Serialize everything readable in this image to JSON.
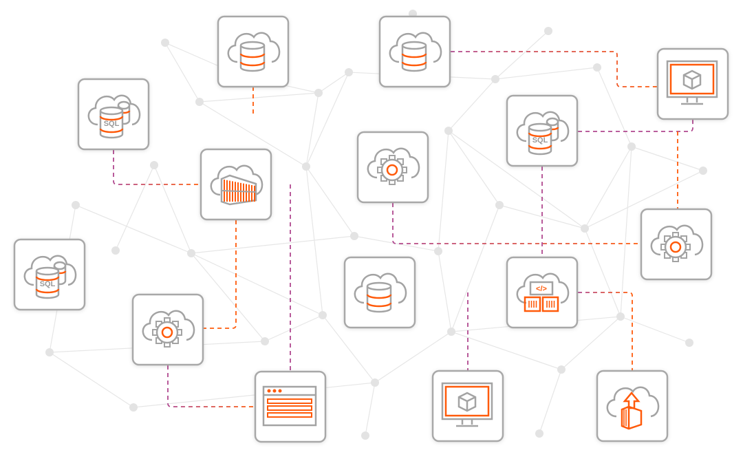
{
  "colors": {
    "accent": "#ff5a0a",
    "link_magenta": "#b0488f",
    "icon_gray": "#a3a3a3",
    "network": "#e3e3e3"
  },
  "nodes": [
    {
      "id": "db-cloud-1",
      "type": "db"
    },
    {
      "id": "db-cloud-2",
      "type": "db"
    },
    {
      "id": "monitor-1",
      "type": "monitor"
    },
    {
      "id": "sql-cloud-1",
      "type": "sql",
      "label": "SQL"
    },
    {
      "id": "sql-cloud-2",
      "type": "sql",
      "label": "SQL"
    },
    {
      "id": "container-cloud",
      "type": "container"
    },
    {
      "id": "gear-cloud-1",
      "type": "gear"
    },
    {
      "id": "gear-cloud-2",
      "type": "gear"
    },
    {
      "id": "sql-cloud-3",
      "type": "sql",
      "label": "SQL"
    },
    {
      "id": "db-cloud-3",
      "type": "db"
    },
    {
      "id": "code-cloud",
      "type": "code",
      "label": "</>"
    },
    {
      "id": "gear-cloud-3",
      "type": "gear"
    },
    {
      "id": "browser-window",
      "type": "browser"
    },
    {
      "id": "monitor-2",
      "type": "monitor"
    },
    {
      "id": "upload-cloud",
      "type": "upload"
    }
  ]
}
